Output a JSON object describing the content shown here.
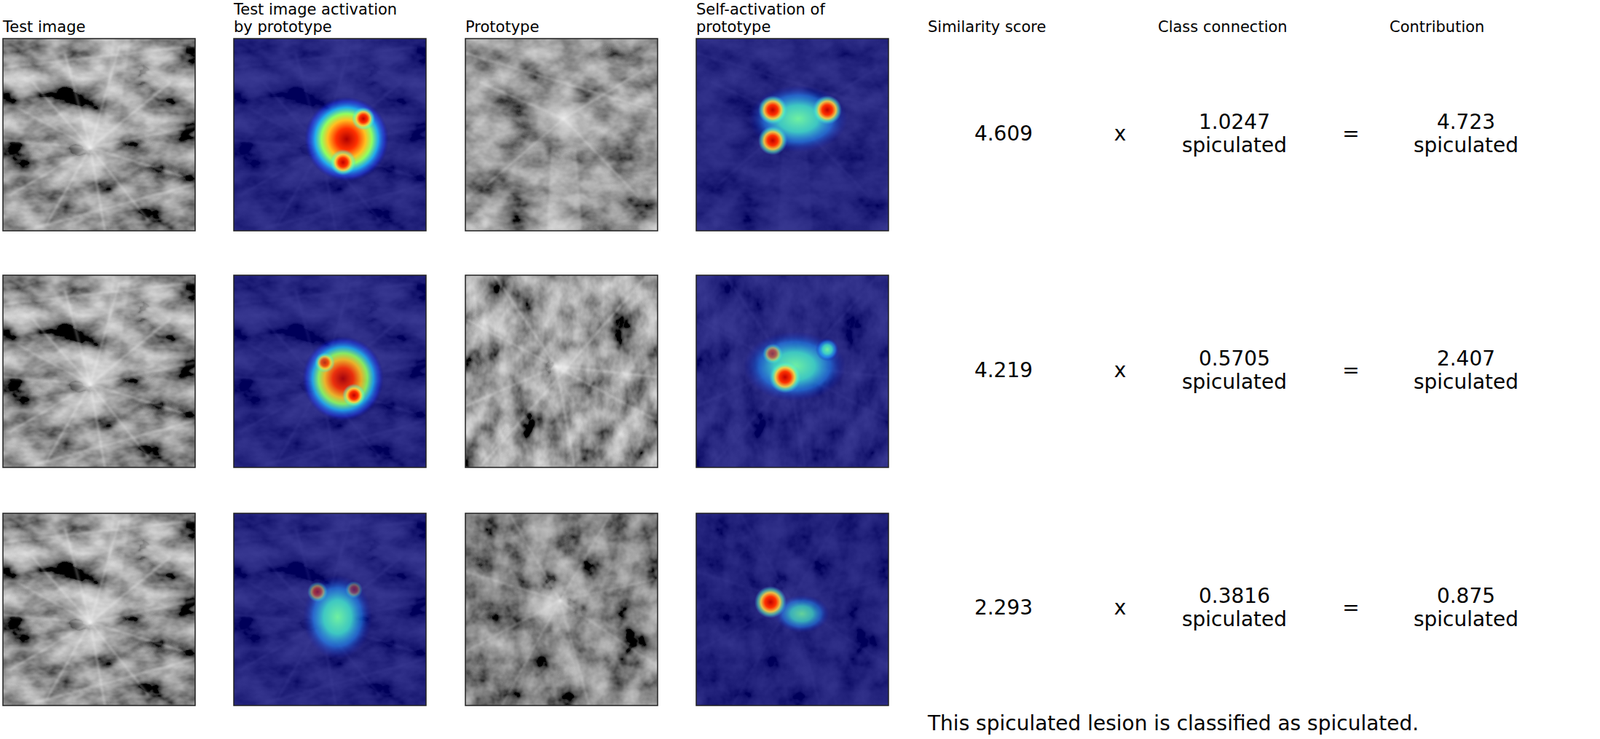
{
  "diagram": {
    "caption": "This spiculated lesion is classified as spiculated.",
    "labels": [
      "Test image",
      "Test image activation by prototype",
      "Prototype",
      "Self-activation of prototype",
      "Similarity score",
      "Class connection",
      "Contribution",
      "4.609",
      "x",
      "1.0247 spiculated",
      "=",
      "4.723 spiculated",
      "4.219",
      "x",
      "0.5705 spiculated",
      "=",
      "2.407 spiculated",
      "2.293",
      "x",
      "0.3816 spiculated",
      "=",
      "0.875 spiculated"
    ]
  }
}
